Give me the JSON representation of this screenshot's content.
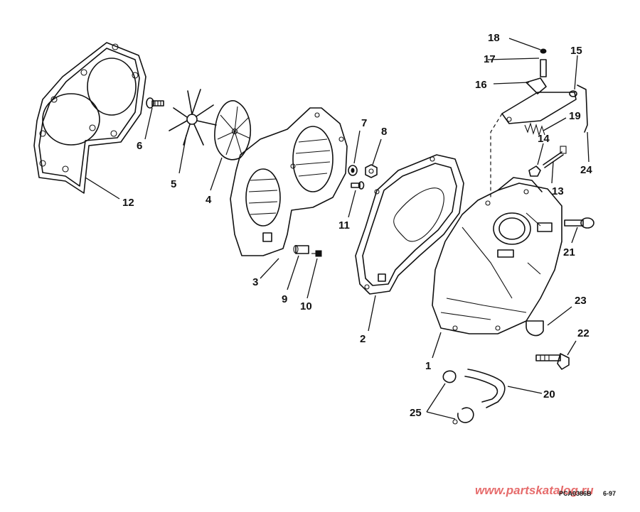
{
  "callouts": {
    "n1": "1",
    "n2": "2",
    "n3": "3",
    "n4": "4",
    "n5": "5",
    "n6": "6",
    "n7": "7",
    "n8": "8",
    "n9": "9",
    "n10": "10",
    "n11": "11",
    "n12": "12",
    "n13": "13",
    "n14": "14",
    "n15": "15",
    "n16": "16",
    "n17": "17",
    "n18": "18",
    "n19": "19",
    "n20": "20",
    "n21": "21",
    "n22": "22",
    "n23": "23",
    "n24": "24",
    "n25": "25"
  },
  "footer": {
    "figure_code": "PCA0386B",
    "date": "6-97",
    "watermark": "www.partskatalog.ru"
  },
  "colors": {
    "line": "#111111",
    "watermark": "#e04848",
    "background": "#ffffff"
  }
}
